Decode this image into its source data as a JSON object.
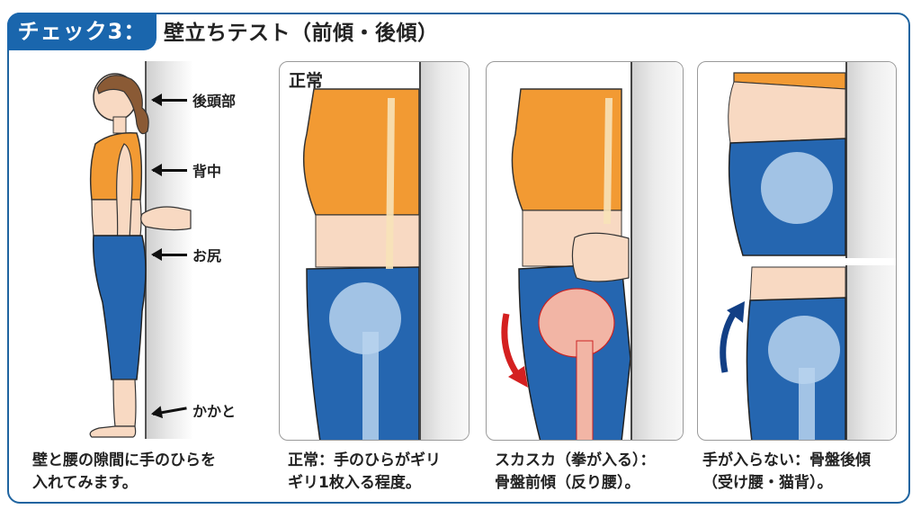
{
  "header": {
    "badge": "チェック3：",
    "title": "壁立ちテスト（前傾・後傾）"
  },
  "colors": {
    "frame_blue": "#1f64a0",
    "badge_blue": "#1a66ad",
    "top_orange": "#f29a33",
    "pants_blue": "#2566b0",
    "skin": "#f8d9c2",
    "bone_light": "#b8d4ee",
    "bone_red": "#f2b5a5",
    "arrow_red": "#d42020",
    "arrow_navy": "#123f85"
  },
  "figure": {
    "labels": [
      "後頭部",
      "背中",
      "お尻",
      "かかと"
    ],
    "caption": "壁と腰の隙間に手のひらを\n入れてみます。"
  },
  "panels": [
    {
      "label": "正常",
      "caption": "正常：手のひらがギリ\nギリ1枚入る程度。"
    },
    {
      "label": "",
      "caption": "スカスカ（拳が入る）：\n骨盤前傾（反り腰）。"
    },
    {
      "label": "",
      "caption": "手が入らない：骨盤後傾\n（受け腰・猫背）。"
    }
  ]
}
